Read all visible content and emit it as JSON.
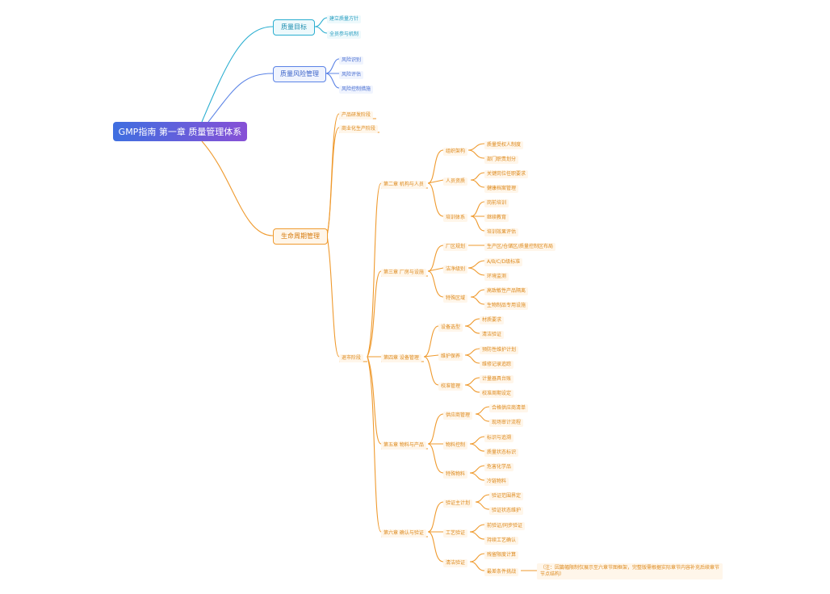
{
  "root": "GMP指南 第一章 质量管理体系",
  "quality_goal": {
    "label": "质量目标",
    "children": [
      "建立质量方针",
      "全员参与机制"
    ]
  },
  "risk_mgmt": {
    "label": "质量风险管理",
    "children": [
      "风险识别",
      "风险评估",
      "风险控制措施"
    ]
  },
  "lifecycle": {
    "label": "生命周期管理",
    "stage_dev": "产品研发阶段",
    "stage_commercial": "商业化生产阶段",
    "stage_post": "退市阶段",
    "ch2": {
      "label": "第二章 机构与人员",
      "g1": {
        "label": "组织架构",
        "items": [
          "质量受权人制度",
          "部门职责划分"
        ]
      },
      "g2": {
        "label": "人员资质",
        "items": [
          "关键岗位任职要求",
          "健康档案管理"
        ]
      },
      "g3": {
        "label": "培训体系",
        "items": [
          "岗前培训",
          "继续教育",
          "培训效果评估"
        ]
      }
    },
    "ch3": {
      "label": "第三章 厂房与设施",
      "g1": {
        "label": "厂区规划",
        "items": [
          "生产区/仓储区/质量控制区布局"
        ]
      },
      "g2": {
        "label": "洁净级别",
        "items": [
          "A/B/C/D级标准",
          "环境监测"
        ]
      },
      "g3": {
        "label": "特殊区域",
        "items": [
          "高致敏性产品隔离",
          "生物制品专用设施"
        ]
      }
    },
    "ch4": {
      "label": "第四章 设备管理",
      "g1": {
        "label": "设备选型",
        "items": [
          "材质要求",
          "清洁验证"
        ]
      },
      "g2": {
        "label": "维护保养",
        "items": [
          "预防性维护计划",
          "维修记录追踪"
        ]
      },
      "g3": {
        "label": "校准管理",
        "items": [
          "计量器具台账",
          "校准周期设定"
        ]
      }
    },
    "ch5": {
      "label": "第五章 物料与产品",
      "g1": {
        "label": "供应商管理",
        "items": [
          "合格供应商清单",
          "现场审计流程"
        ]
      },
      "g2": {
        "label": "物料控制",
        "items": [
          "标识与追溯",
          "质量状态标识"
        ]
      },
      "g3": {
        "label": "特殊物料",
        "items": [
          "危害化学品",
          "冷链物料"
        ]
      }
    },
    "ch6": {
      "label": "第六章 确认与验证",
      "g1": {
        "label": "验证主计划",
        "items": [
          "验证范围界定",
          "验证状态维护"
        ]
      },
      "g2": {
        "label": "工艺验证",
        "items": [
          "前验证/同步验证",
          "持续工艺确认"
        ]
      },
      "g3": {
        "label": "清洁验证",
        "items": [
          "残留限度计算",
          "最差条件挑战"
        ]
      },
      "note": "（注：因篇幅限制仅展示至六章节图框架，完整版需根据实际章节内容补充后续章节节点结构）"
    }
  },
  "colors": {
    "quality_goal": "#2aaed0",
    "risk_mgmt": "#5b83e6",
    "lifecycle": "#ef9a2e",
    "root_gradient": [
      "#3f6fe0",
      "#8750d6"
    ]
  }
}
